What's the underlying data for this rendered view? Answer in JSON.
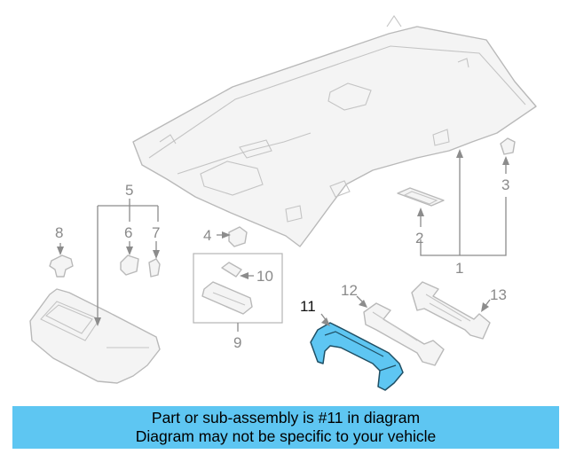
{
  "diagram": {
    "callouts": {
      "c1": "1",
      "c2": "2",
      "c3": "3",
      "c4": "4",
      "c5": "5",
      "c6": "6",
      "c7": "7",
      "c8": "8",
      "c9": "9",
      "c10": "10",
      "c11": "11",
      "c12": "12",
      "c13": "13"
    },
    "highlighted_part": "11",
    "highlight_color": "#5ec6f2",
    "banner_color": "#5ec6f2"
  },
  "banner": {
    "line1": "Part or sub-assembly is #11 in diagram",
    "line2": "Diagram may not be specific to your vehicle"
  }
}
